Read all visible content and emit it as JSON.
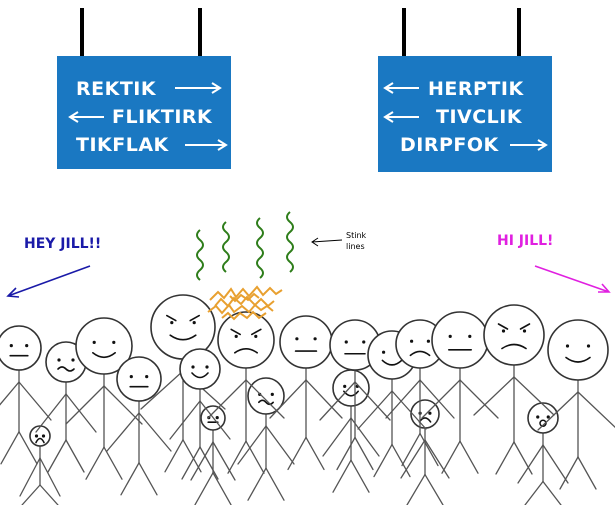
{
  "signs": {
    "left": {
      "color": "#1a78c2",
      "lines": [
        {
          "text": "REKTIK",
          "arrow": "right"
        },
        {
          "text": "FLIKTIRK",
          "arrow": "left"
        },
        {
          "text": "TIKFLAK",
          "arrow": "right"
        }
      ]
    },
    "right": {
      "color": "#1a78c2",
      "lines": [
        {
          "text": "HERPTIK",
          "arrow": "left"
        },
        {
          "text": "TIVCLIK",
          "arrow": "left"
        },
        {
          "text": "DIRPFOK",
          "arrow": "right"
        }
      ]
    }
  },
  "shouts": {
    "left": {
      "text": "HEY JILL!!",
      "color": "#1a1aa8"
    },
    "right": {
      "text": "HI JILL!",
      "color": "#e020e0"
    }
  },
  "annotation": {
    "line1": "Stink",
    "line2": "lines"
  },
  "colors": {
    "stink": "#2e7d1a",
    "hair": "#e8a030"
  }
}
